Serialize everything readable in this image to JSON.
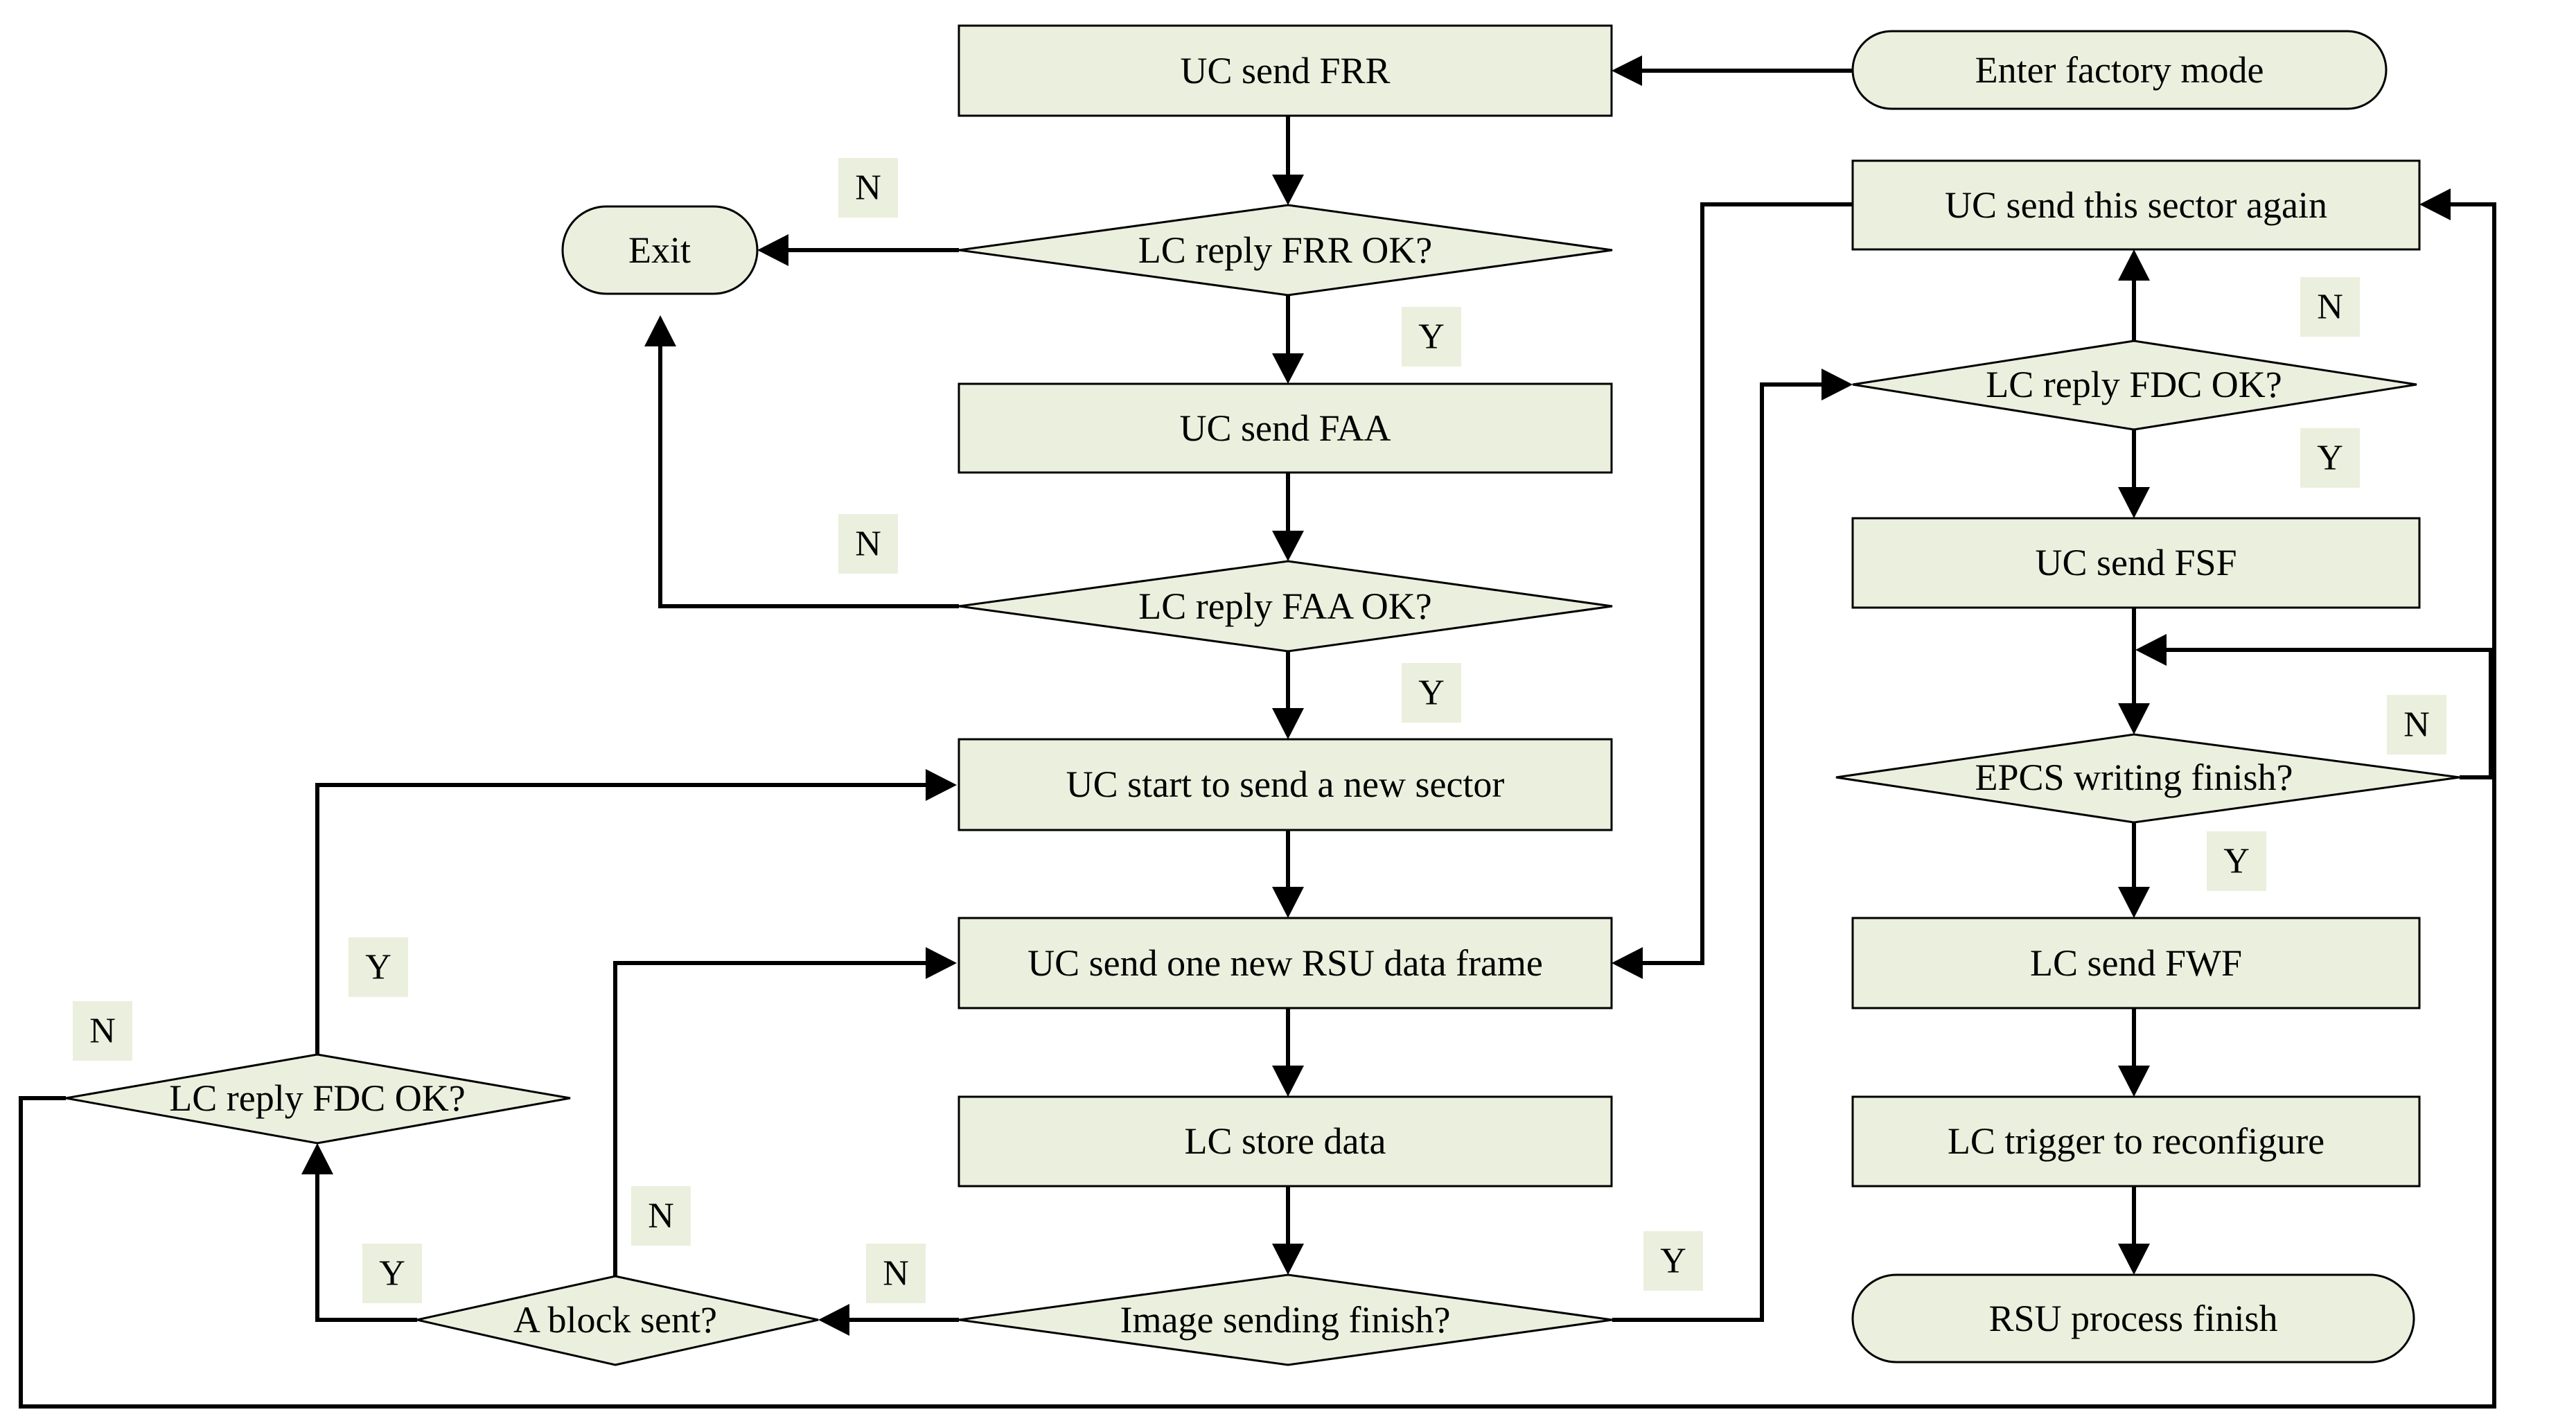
{
  "colors": {
    "node_fill": "#ebefdd",
    "stroke": "#000000",
    "label_fill": "#ebefdd"
  },
  "nodes": {
    "enter_factory_mode": "Enter factory mode",
    "uc_send_frr": "UC send FRR",
    "lc_reply_frr_ok": "LC reply FRR OK?",
    "exit": "Exit",
    "uc_send_faa": "UC send FAA",
    "lc_reply_faa_ok": "LC reply FAA OK?",
    "uc_start_new_sector": "UC start to send a new sector",
    "uc_send_rsu_frame": "UC send one new RSU data frame",
    "lc_store_data": "LC store data",
    "image_sending_finish": "Image sending finish?",
    "a_block_sent": "A block sent?",
    "lc_reply_fdc_ok_left": "LC reply FDC OK?",
    "uc_send_sector_again": "UC send this sector again",
    "lc_reply_fdc_ok_right": "LC reply FDC OK?",
    "uc_send_fsf": "UC send FSF",
    "epcs_writing_finish": "EPCS writing finish?",
    "lc_send_fwf": "LC send FWF",
    "lc_trigger_reconfigure": "LC trigger to reconfigure",
    "rsu_process_finish": "RSU process finish"
  },
  "labels": {
    "frr_no": "N",
    "frr_yes": "Y",
    "faa_no": "N",
    "faa_yes": "Y",
    "left_fdc_yes": "Y",
    "left_fdc_no": "N",
    "block_no": "N",
    "block_yes": "Y",
    "image_no": "N",
    "image_yes": "Y",
    "right_fdc_no": "N",
    "right_fdc_yes": "Y",
    "epcs_no": "N",
    "epcs_yes": "Y"
  }
}
